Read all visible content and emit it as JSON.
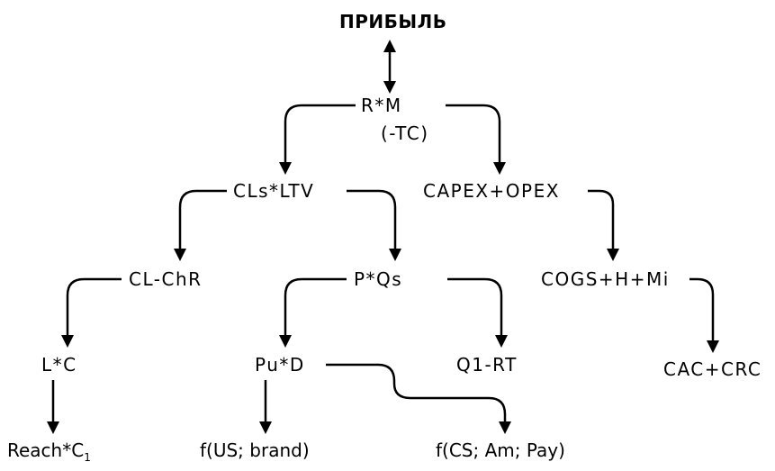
{
  "nodes": {
    "profit": "ПРИБЫЛЬ",
    "rm": "R*M",
    "tc": "(-TC)",
    "cls_ltv": "CLs*LTV",
    "capex_opex": "CAPEX+OPEX",
    "cl_chr": "CL-ChR",
    "p_qs": "P*Qs",
    "cogs": "COGS+H+Mi",
    "lc": "L*C",
    "pu_d": "Pu*D",
    "q1_rt": "Q1-RT",
    "cac_crc": "CAC+CRC",
    "reach_main": "Reach*C",
    "reach_sub": "1",
    "f_us": "f(US; brand)",
    "f_cs": "f(CS; Am; Pay)"
  }
}
